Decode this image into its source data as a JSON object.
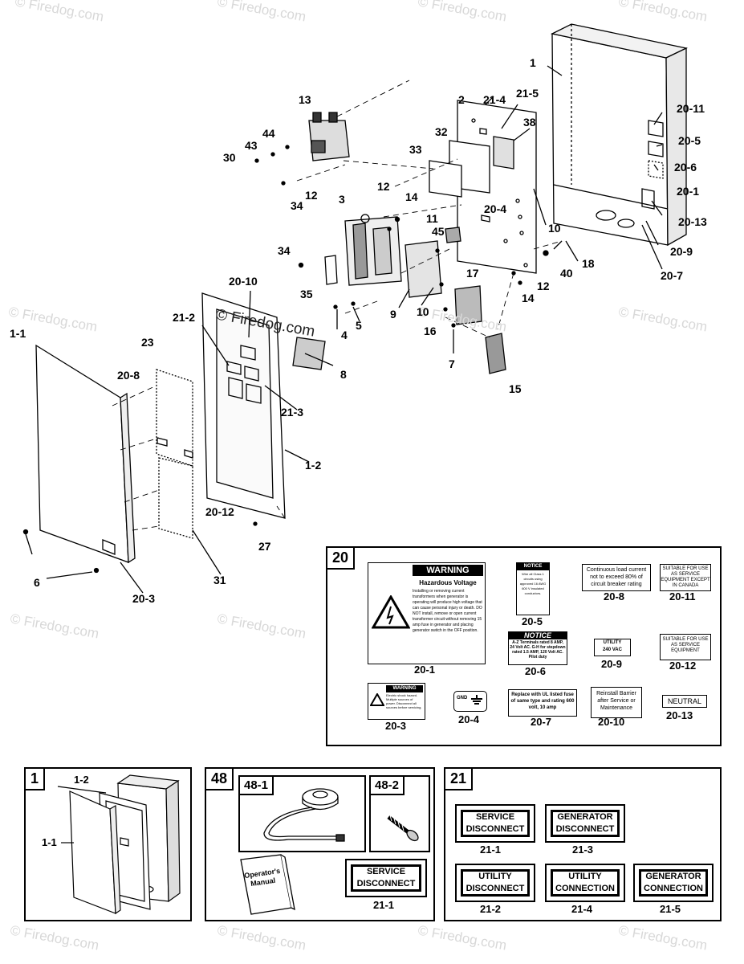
{
  "watermark": "© Firedog.com",
  "callouts": {
    "c1": "1",
    "c1_1": "1-1",
    "c1_2": "1-2",
    "c2": "2",
    "c3": "3",
    "c4": "4",
    "c5": "5",
    "c6": "6",
    "c7": "7",
    "c8": "8",
    "c9": "9",
    "c10a": "10",
    "c10b": "10",
    "c11": "11",
    "c12a": "12",
    "c12b": "12",
    "c12c": "12",
    "c13": "13",
    "c14a": "14",
    "c14b": "14",
    "c15": "15",
    "c16": "16",
    "c17": "17",
    "c18": "18",
    "c20_1": "20-1",
    "c20_3": "20-3",
    "c20_4": "20-4",
    "c20_5": "20-5",
    "c20_6": "20-6",
    "c20_7": "20-7",
    "c20_8": "20-8",
    "c20_9": "20-9",
    "c20_10": "20-10",
    "c20_11": "20-11",
    "c20_12": "20-12",
    "c20_13": "20-13",
    "c21_2": "21-2",
    "c21_3": "21-3",
    "c21_4": "21-4",
    "c21_5": "21-5",
    "c23": "23",
    "c27": "27",
    "c30": "30",
    "c31": "31",
    "c32": "32",
    "c33": "33",
    "c34a": "34",
    "c34b": "34",
    "c35": "35",
    "c38": "38",
    "c40": "40",
    "c43": "43",
    "c44": "44",
    "c45": "45"
  },
  "box20": {
    "number": "20",
    "warning_title": "WARNING",
    "warning_heading": "Hazardous Voltage",
    "warning_body": "Installing or removing current transformers when generator is operating will produce high voltage that can cause personal injury or death. DO NOT install, remove or open current transformer circuit without removing 15 amp fuse in generator and placing generator switch in the OFF position.",
    "notice_small_title": "NOTICE",
    "notice_small_body": "Wire all Class 1 circuits using approved 16 AWG 600 V insulated conductors.",
    "notice_title": "NOTICE",
    "notice_body": "A-Z Terminals rated 8 AMP, 24 Volt AC. G-H for stepdown rated 1.5 AMP, 120 Volt AC. Pilot duty",
    "continuous_load": "Continuous load current not to exceed 80% of circuit breaker rating",
    "suitable_1": "SUITABLE FOR USE AS SERVICE EQUIPMENT EXCEPT IN CANADA",
    "suitable_2": "SUITABLE FOR USE AS SERVICE EQUIPMENT",
    "utility_small": "UTILITY",
    "utility_voltage": "240 VAC",
    "small_warning_title": "WARNING",
    "small_warning_body": "Electric shock hazard. Multiple sources of power. Disconnect all sources before servicing.",
    "gnd": "GND",
    "replace_fuse": "Replace with UL listed fuse of same type and rating 600 volt, 10 amp",
    "reinstall_barrier": "Reinstall Barrier after Service or Maintenance",
    "neutral": "NEUTRAL",
    "labels": {
      "l20_1": "20-1",
      "l20_3": "20-3",
      "l20_4": "20-4",
      "l20_5": "20-5",
      "l20_6": "20-6",
      "l20_7": "20-7",
      "l20_8": "20-8",
      "l20_9": "20-9",
      "l20_10": "20-10",
      "l20_11": "20-11",
      "l20_12": "20-12",
      "l20_13": "20-13"
    }
  },
  "box1": {
    "number": "1",
    "l1_2": "1-2",
    "l1_1": "1-1"
  },
  "box48": {
    "number": "48",
    "sub1": "48-1",
    "sub2": "48-2",
    "manual": "Operator's Manual",
    "service": "SERVICE",
    "disconnect": "DISCONNECT",
    "l21_1": "21-1"
  },
  "box21": {
    "number": "21",
    "signs": [
      {
        "line1": "SERVICE",
        "line2": "DISCONNECT",
        "label": "21-1"
      },
      {
        "line1": "GENERATOR",
        "line2": "DISCONNECT",
        "label": "21-3"
      },
      {
        "line1": "UTILITY",
        "line2": "DISCONNECT",
        "label": "21-2"
      },
      {
        "line1": "UTILITY",
        "line2": "CONNECTION",
        "label": "21-4"
      },
      {
        "line1": "GENERATOR",
        "line2": "CONNECTION",
        "label": "21-5"
      }
    ]
  }
}
